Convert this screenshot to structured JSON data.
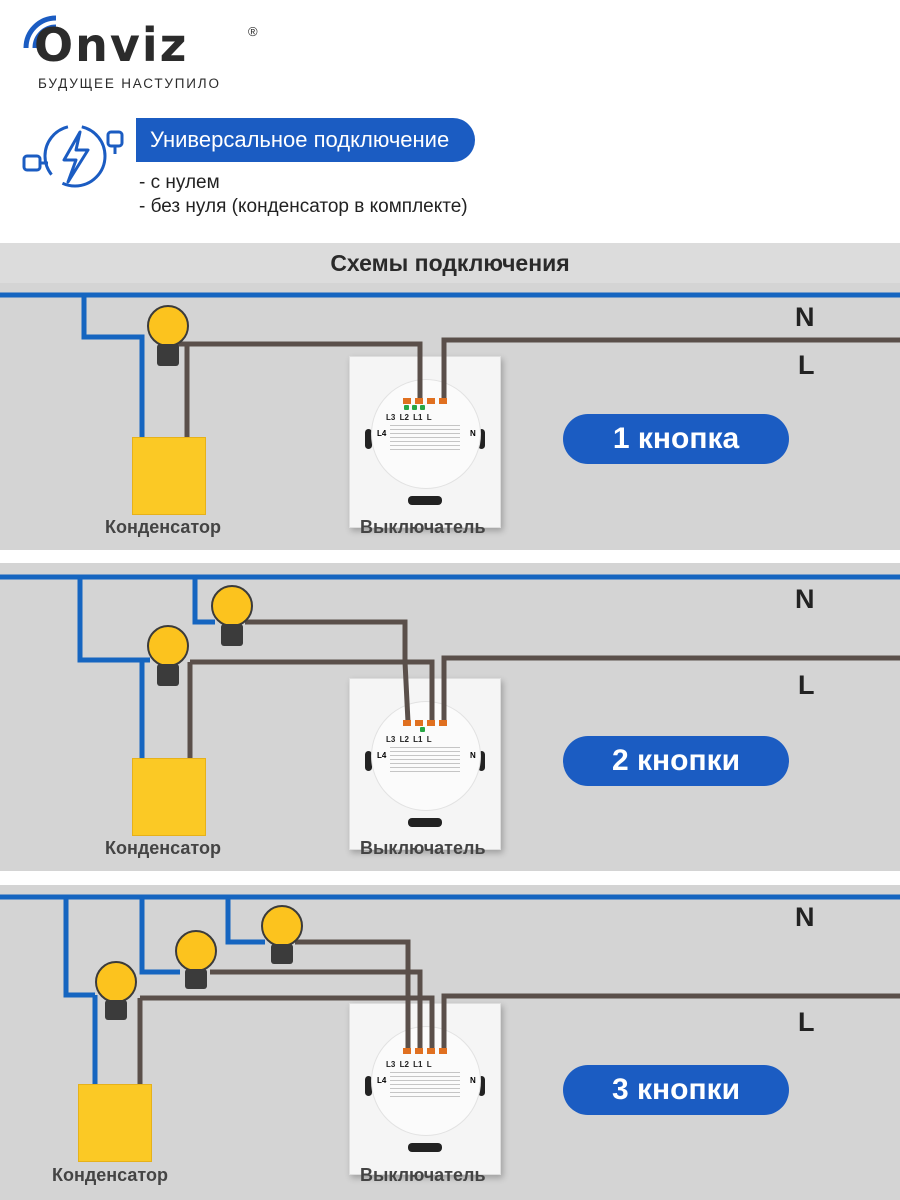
{
  "brand": {
    "name": "Onviz",
    "registered_mark": "®",
    "tagline": "БУДУЩЕЕ НАСТУПИЛО"
  },
  "feature": {
    "icon": "plug-lightning-icon",
    "title": "Универсальное подключение",
    "bullets": [
      "- с нулем",
      "- без нуля (конденсатор в комплекте)"
    ]
  },
  "section_title": "Схемы подключения",
  "terminal_labels": {
    "l3": "L3",
    "l2": "L2",
    "l1": "L1",
    "l": "L",
    "l4": "L4",
    "n": "N"
  },
  "diagrams": [
    {
      "button_label": "1 кнопка",
      "capacitor_label": "Конденсатор",
      "switch_label": "Выключатель",
      "neutral": "N",
      "line": "L",
      "lamps": 1
    },
    {
      "button_label": "2 кнопки",
      "capacitor_label": "Конденсатор",
      "switch_label": "Выключатель",
      "neutral": "N",
      "line": "L",
      "lamps": 2
    },
    {
      "button_label": "3 кнопки",
      "capacitor_label": "Конденсатор",
      "switch_label": "Выключатель",
      "neutral": "N",
      "line": "L",
      "lamps": 3
    }
  ],
  "colors": {
    "accent": "#1b5cc2",
    "neutral_wire": "#1565c0",
    "line_wire": "#5a4f4a",
    "capacitor": "#fbc925",
    "lamp": "#fcc31e",
    "panel": "#d4d4d4"
  }
}
